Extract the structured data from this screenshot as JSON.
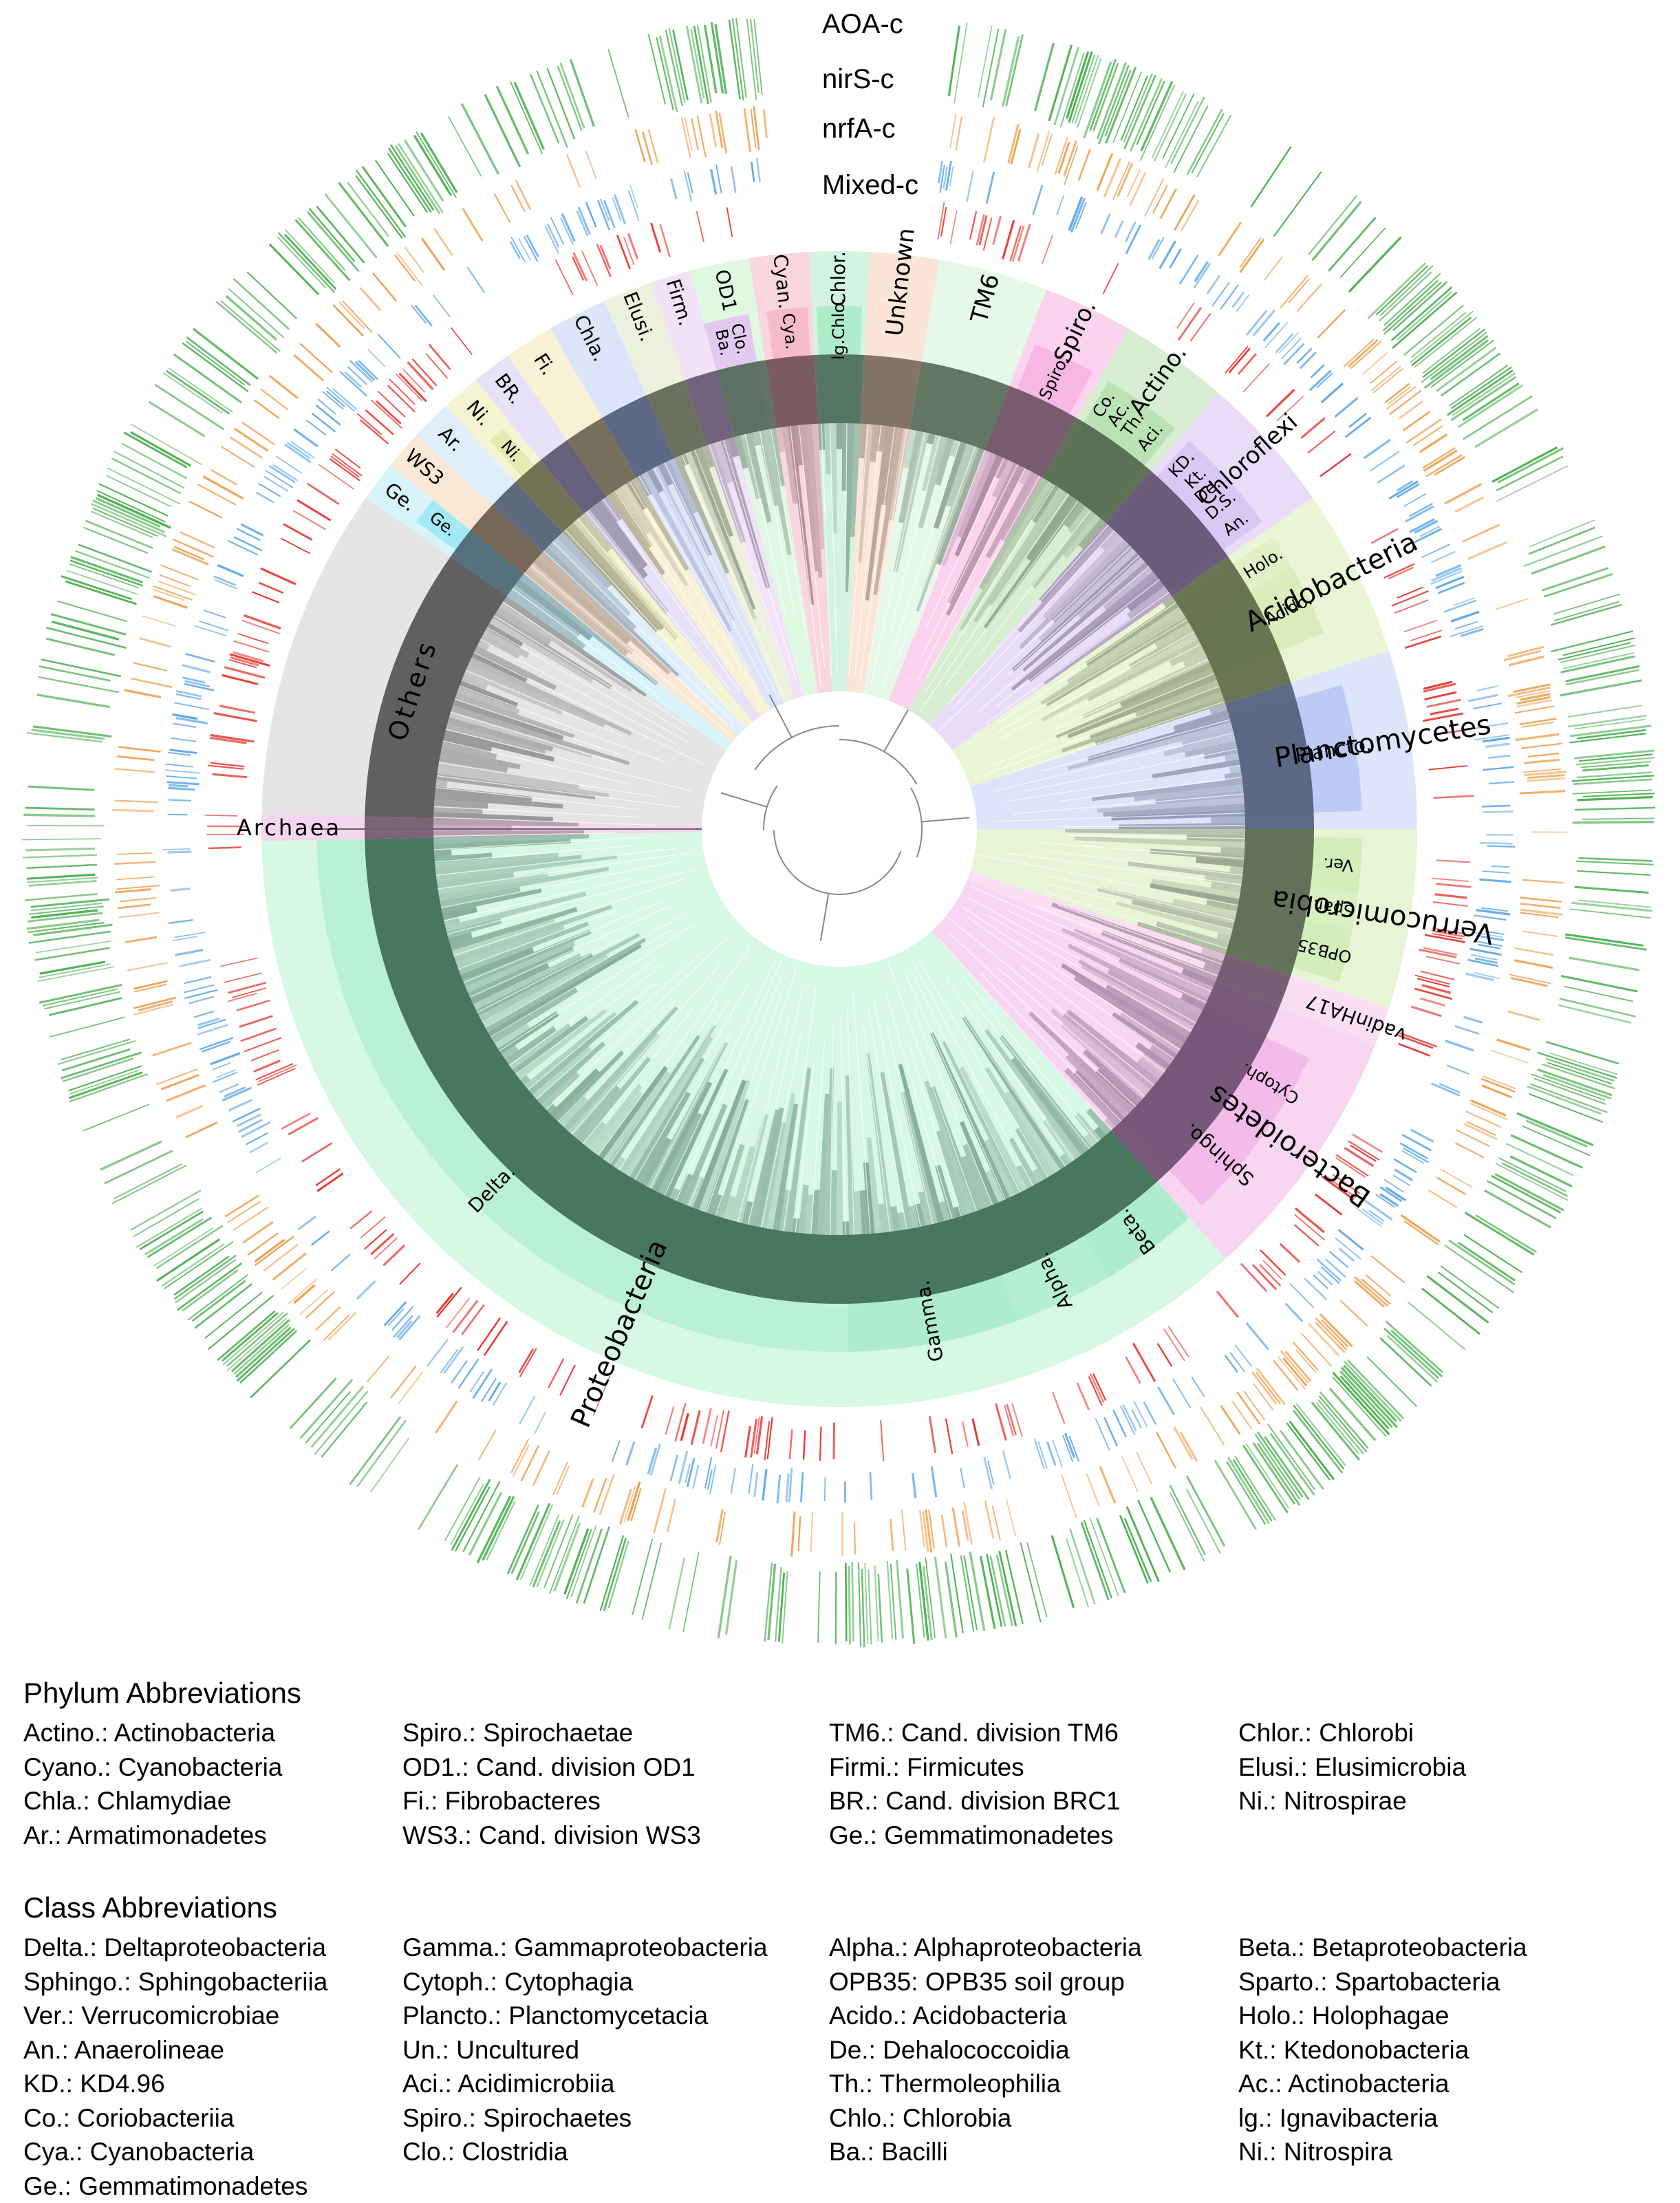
{
  "rings": {
    "aoa": {
      "label": "AOA-c",
      "color": "#4caf50"
    },
    "nirs": {
      "label": "nirS-c",
      "color": "#f0a050"
    },
    "nrfa": {
      "label": "nrfA-c",
      "color": "#5fa8e8"
    },
    "mixed": {
      "label": "Mixed-c",
      "color": "#e8322a"
    }
  },
  "phyla": [
    {
      "label": "Proteobacteria",
      "color": "#c8f5dc",
      "dark": "#3f6b55"
    },
    {
      "label": "Bacteroidetes",
      "color": "#f5c8ee",
      "dark": "#6e4f70"
    },
    {
      "label": "vadinHA17",
      "color": "#f8d4f0",
      "dark": "#6a5468"
    },
    {
      "label": "Verrucomicrobia",
      "color": "#dff0c8",
      "dark": "#5a6650"
    },
    {
      "label": "Planctomycetes",
      "color": "#d2dcf8",
      "dark": "#535e78"
    },
    {
      "label": "Acidobacteria",
      "color": "#e4f2c8",
      "dark": "#5e6a48"
    },
    {
      "label": "Chloroflexi",
      "color": "#e2d0f5",
      "dark": "#5e5270"
    },
    {
      "label": "Actino.",
      "color": "#cbe8c3",
      "dark": "#53674d"
    },
    {
      "label": "Spiro.",
      "color": "#f9c4e9",
      "dark": "#6d5264"
    },
    {
      "label": "TM6",
      "color": "#ddf5df",
      "dark": "#566a58"
    },
    {
      "label": "Unknown",
      "color": "#f8dcc8",
      "dark": "#7a6a5e"
    },
    {
      "label": "Chlor.",
      "color": "#c4f0d8",
      "dark": "#4d6a5a"
    },
    {
      "label": "Cyan.",
      "color": "#f8c8d4",
      "dark": "#6e5258"
    },
    {
      "label": "OD1",
      "color": "#d4f5d8",
      "dark": "#52685a"
    },
    {
      "label": "Firm.",
      "color": "#ecd8f5",
      "dark": "#665870"
    },
    {
      "label": "Elusi.",
      "color": "#e4ecd0",
      "dark": "#5e6652"
    },
    {
      "label": "Chla.",
      "color": "#d0dcf8",
      "dark": "#535c78"
    },
    {
      "label": "Fi.",
      "color": "#f5ecc8",
      "dark": "#6a6450"
    },
    {
      "label": "BR.",
      "color": "#e0d8f5",
      "dark": "#5c5670"
    },
    {
      "label": "Ni.",
      "color": "#f0f0c4",
      "dark": "#66664c"
    },
    {
      "label": "Ar.",
      "color": "#d4e8f8",
      "dark": "#535e70"
    },
    {
      "label": "WS3",
      "color": "#f8e0c8",
      "dark": "#6a5a4c"
    },
    {
      "label": "Ge.",
      "color": "#c8f0f8",
      "dark": "#4c6670"
    },
    {
      "label": "Others",
      "color": "#dcdcdc",
      "dark": "#555555"
    },
    {
      "label": "Archaea",
      "color": "#f0c8e8",
      "dark": "#705a6a"
    }
  ],
  "classes": [
    {
      "label": "Delta.",
      "color": "#b8efd0"
    },
    {
      "label": "Gamma.",
      "color": "#a8ebc8"
    },
    {
      "label": "Alpha.",
      "color": "#b0eecc"
    },
    {
      "label": "Beta.",
      "color": "#a8ebc8"
    },
    {
      "label": "Sphingo.",
      "color": "#f2b8e8"
    },
    {
      "label": "Cytoph.",
      "color": "#f2b8e8"
    },
    {
      "label": "OPB35",
      "color": "#d0ecb8"
    },
    {
      "label": "Spar.",
      "color": "#d8f0c0"
    },
    {
      "label": "Ver.",
      "color": "#d0ecb8"
    },
    {
      "label": "Plancto.",
      "color": "#b8c8f5"
    },
    {
      "label": "Acido.",
      "color": "#d8ecb8"
    },
    {
      "label": "Holo.",
      "color": "#e0f0c4"
    },
    {
      "label": "An.",
      "color": "#d8c4f2"
    },
    {
      "label": "D.S.",
      "color": "#d8c4f2"
    },
    {
      "label": "De.",
      "color": "#d8c4f2"
    },
    {
      "label": "Kt.",
      "color": "#d8c4f2"
    },
    {
      "label": "KD.",
      "color": "#d8c4f2"
    },
    {
      "label": "Aci.",
      "color": "#b8e0b0"
    },
    {
      "label": "Th.",
      "color": "#b8e0b0"
    },
    {
      "label": "Ac.",
      "color": "#b8e0b0"
    },
    {
      "label": "Co.",
      "color": "#b8e0b0"
    },
    {
      "label": "Spiro.",
      "color": "#f5b4e0"
    },
    {
      "label": "lg.Chlo.",
      "color": "#a8ecc8"
    },
    {
      "label": "Cya.",
      "color": "#f5b8c8"
    },
    {
      "label": "Clo.\nBa.",
      "color": "#e2c4f2"
    },
    {
      "label": "Ni.",
      "color": "#e8e8b0"
    },
    {
      "label": "Ge.",
      "color": "#9fe8f5"
    }
  ],
  "phylum_legend": {
    "title": "Phylum Abbreviations",
    "columns": [
      [
        "Actino.: Actinobacteria",
        "Cyano.:  Cyanobacteria",
        "Chla.: Chlamydiae",
        "Ar.: Armatimonadetes"
      ],
      [
        "Spiro.: Spirochaetae",
        "OD1.: Cand. division OD1",
        "Fi.: Fibrobacteres",
        "WS3.: Cand. division WS3"
      ],
      [
        "TM6.: Cand. division TM6",
        " Firmi.: Firmicutes",
        "BR.: Cand. division BRC1",
        "Ge.: Gemmatimonadetes"
      ],
      [
        "Chlor.: Chlorobi",
        "Elusi.: Elusimicrobia",
        "Ni.: Nitrospirae"
      ]
    ]
  },
  "class_legend": {
    "title": "Class Abbreviations",
    "columns": [
      [
        "Delta.: Deltaproteobacteria",
        "Sphingo.: Sphingobacteriia",
        "Ver.: Verrucomicrobiae",
        "An.: Anaerolineae",
        "KD.: KD4.96",
        "Co.: Coriobacteriia",
        "Cya.: Cyanobacteria",
        "Ge.: Gemmatimonadetes"
      ],
      [
        "Gamma.: Gammaproteobacteria",
        "Cytoph.: Cytophagia",
        "Plancto.: Planctomycetacia",
        "Un.: Uncultured",
        " Aci.: Acidimicrobiia",
        " Spiro.: Spirochaetes",
        "Clo.: Clostridia"
      ],
      [
        "Alpha.: Alphaproteobacteria",
        "OPB35: OPB35 soil group",
        "Acido.: Acidobacteria",
        "De.: Dehalococcoidia",
        "Th.: Thermoleophilia",
        "Chlo.: Chlorobia",
        "Ba.: Bacilli"
      ],
      [
        "Beta.: Betaproteobacteria",
        "Sparto.: Spartobacteria",
        " Holo.: Holophagae",
        "Kt.: Ktedonobacteria",
        "Ac.: Actinobacteria",
        " lg.: Ignavibacteria",
        " Ni.: Nitrospira"
      ]
    ]
  }
}
